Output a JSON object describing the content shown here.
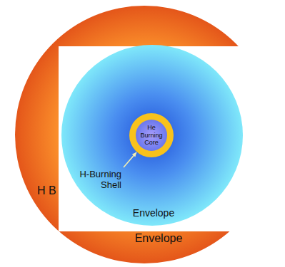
{
  "diagram": {
    "nodes": [
      {
        "text": [
          "Envelope"
        ]
      },
      {
        "text": [
          "Envelope"
        ],
        "in": 0
      },
      {
        "text": [
          "H-Burning Shell"
        ],
        "in": 1
      },
      {
        "text": [
          "He Burning Core"
        ],
        "in": 2
      }
    ],
    "labels": [
      "H B"
    ]
  }
}
